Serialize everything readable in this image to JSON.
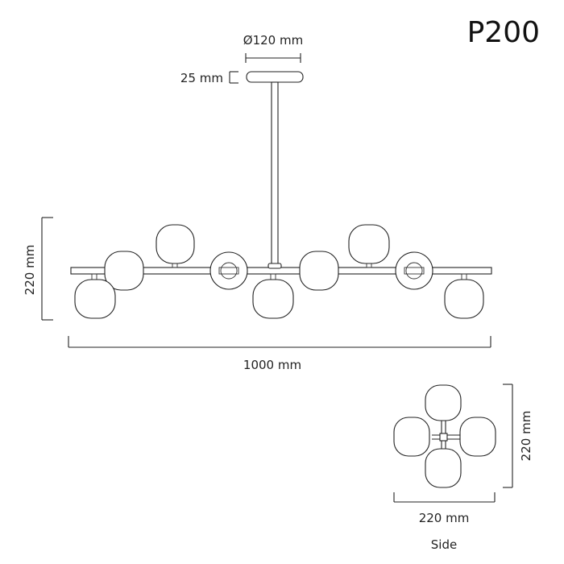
{
  "model": "P200",
  "dimensions": {
    "canopy_diameter": "Ø120 mm",
    "canopy_height": "25 mm",
    "height": "220 mm",
    "width": "1000 mm",
    "side_height": "220 mm",
    "side_width": "220 mm"
  },
  "views": {
    "side_label": "Side"
  }
}
